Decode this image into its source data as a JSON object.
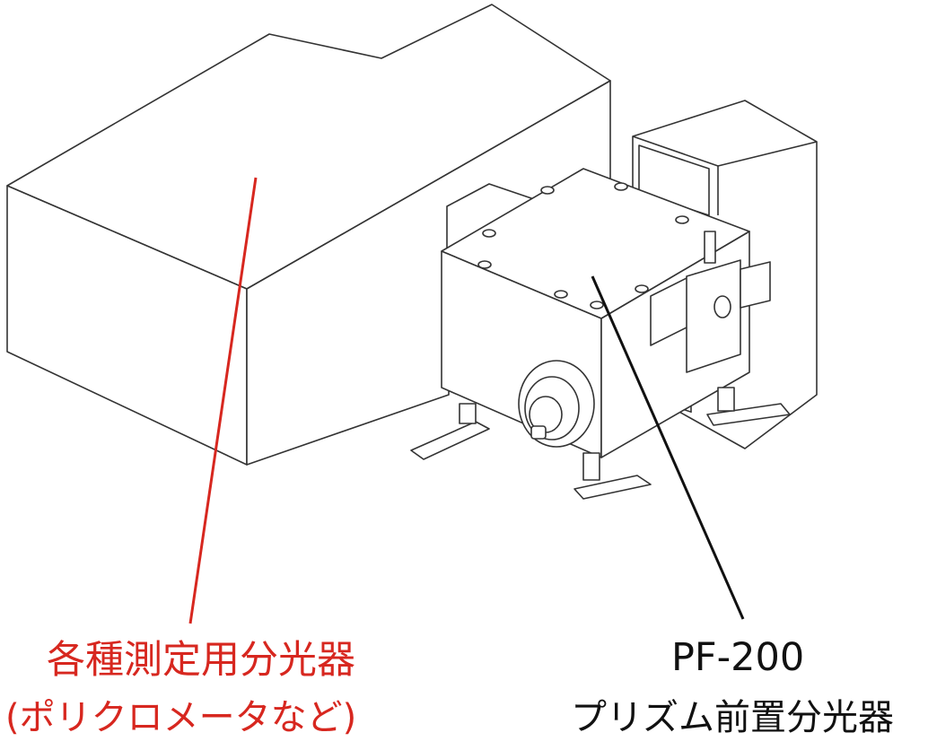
{
  "labels": {
    "spectrometer_name": "各種測定用分光器",
    "spectrometer_note": "(ポリクロメータなど)",
    "prism_model": "PF-200",
    "prism_name": "プリズム前置分光器"
  },
  "colors": {
    "accent_red": "#d7271f",
    "line_black": "#111111",
    "outline": "#333333",
    "background": "#ffffff"
  }
}
